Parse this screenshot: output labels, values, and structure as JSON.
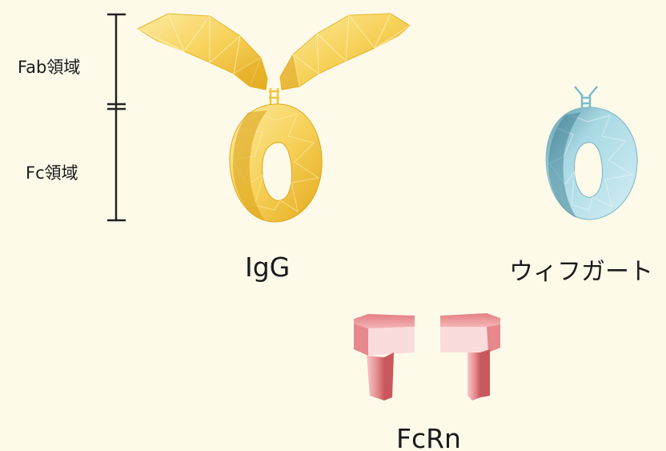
{
  "labels": {
    "fab_region": "Fab領域",
    "fc_region": "Fc領域",
    "igg": "IgG",
    "wifugart": "ウィフガート",
    "fcrn": "FcRn"
  },
  "colors": {
    "background": "#fdfaea",
    "igg_light": "#fbe387",
    "igg_mid": "#f5c93c",
    "igg_dark": "#d99e12",
    "wifugart_light": "#c9e9f0",
    "wifugart_mid": "#8fcbd8",
    "wifugart_dark": "#3f7f92",
    "fcrn_light": "#fbd9d9",
    "fcrn_mid": "#e98f92",
    "fcrn_dark": "#c9585d",
    "bracket": "#222222"
  }
}
